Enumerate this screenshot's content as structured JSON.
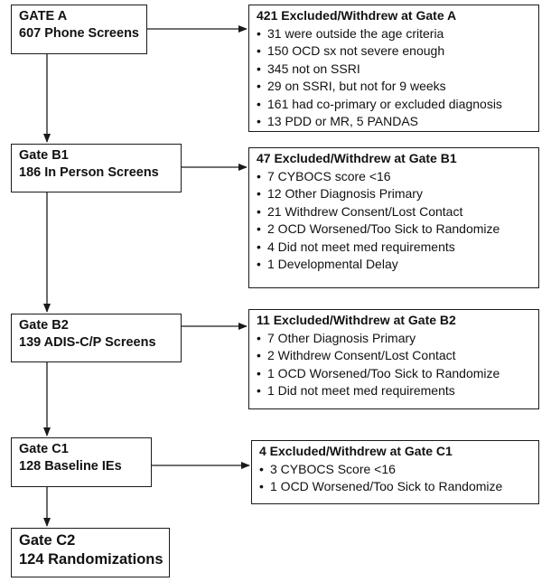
{
  "gates": [
    {
      "line1": "GATE A",
      "line2": "607 Phone Screens"
    },
    {
      "line1": "Gate B1",
      "line2": "186 In Person Screens"
    },
    {
      "line1": "Gate B2",
      "line2": "139 ADIS-C/P Screens"
    },
    {
      "line1": "Gate C1",
      "line2": "128 Baseline IEs"
    },
    {
      "line1": "Gate C2",
      "line2": "124 Randomizations"
    }
  ],
  "exclusions": [
    {
      "heading": "421 Excluded/Withdrew at Gate A",
      "items": [
        "31 were outside the age criteria",
        "150 OCD sx not severe enough",
        "345 not on SSRI",
        "29 on SSRI, but not for 9 weeks",
        "161 had co-primary or excluded diagnosis",
        "13 PDD or MR, 5 PANDAS"
      ]
    },
    {
      "heading": "47 Excluded/Withdrew at Gate B1",
      "items": [
        "7 CYBOCS score <16",
        "12 Other Diagnosis Primary",
        "21 Withdrew Consent/Lost Contact",
        "2 OCD Worsened/Too Sick to Randomize",
        "4 Did not meet med requirements",
        "1 Developmental Delay"
      ]
    },
    {
      "heading": "11 Excluded/Withdrew at Gate B2",
      "items": [
        "7 Other Diagnosis Primary",
        "2 Withdrew Consent/Lost Contact",
        "1 OCD Worsened/Too Sick to Randomize",
        "1 Did not meet med requirements"
      ]
    },
    {
      "heading": "4 Excluded/Withdrew at Gate C1",
      "items": [
        "3 CYBOCS Score <16",
        "1 OCD Worsened/Too Sick to Randomize"
      ]
    }
  ],
  "bullet_symbol": "•"
}
